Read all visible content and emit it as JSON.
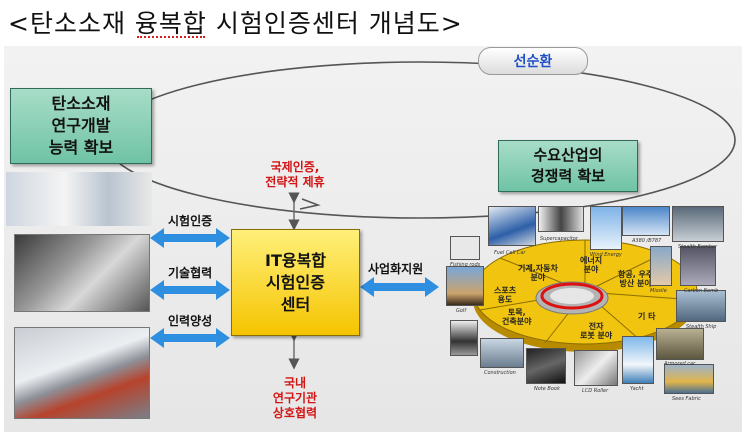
{
  "title": "<탄소소재 융복합 시험인증센터 개념도>",
  "cycle_label": "선순환",
  "boxes": {
    "rnd": [
      "탄소소재",
      "연구개발",
      "능력 확보"
    ],
    "industry": [
      "수요산업의",
      "경쟁력 확보"
    ],
    "center": [
      "IT융복합",
      "시험인증",
      "센터"
    ]
  },
  "links_left": [
    "시험인증",
    "기술협력",
    "인력양성"
  ],
  "link_right": "사업화지원",
  "top_note": [
    "국제인증,",
    "전략적 제휴"
  ],
  "bottom_note": [
    "국내",
    "연구기관",
    "상호협력"
  ],
  "wheel_segments": [
    "기계,자동차\n분야",
    "에너지\n분야",
    "항공, 우주\n방산 분야",
    "기 타",
    "전자\n로봇 분야",
    "토목,\n건축분야",
    "스포츠\n용도"
  ],
  "thumb_captions": [
    "Fuel Cell Car",
    "Supercapacitor",
    "Wind Energy",
    "A380 /B787",
    "Stealth Bomber",
    "Fishing rods",
    "Missile",
    "Carbon Bomb",
    "Golf",
    "Stealth Ship",
    "Armored car",
    "Construction",
    "Note Book",
    "LCD Roller",
    "Yacht",
    "Sees Fabric"
  ],
  "colors": {
    "green_box": "#6fc3a5",
    "yellow_box": "#f5c400",
    "arrow_blue": "#2e8fe0",
    "note_red": "#d31414",
    "cycle_blue": "#1f4fc8"
  }
}
